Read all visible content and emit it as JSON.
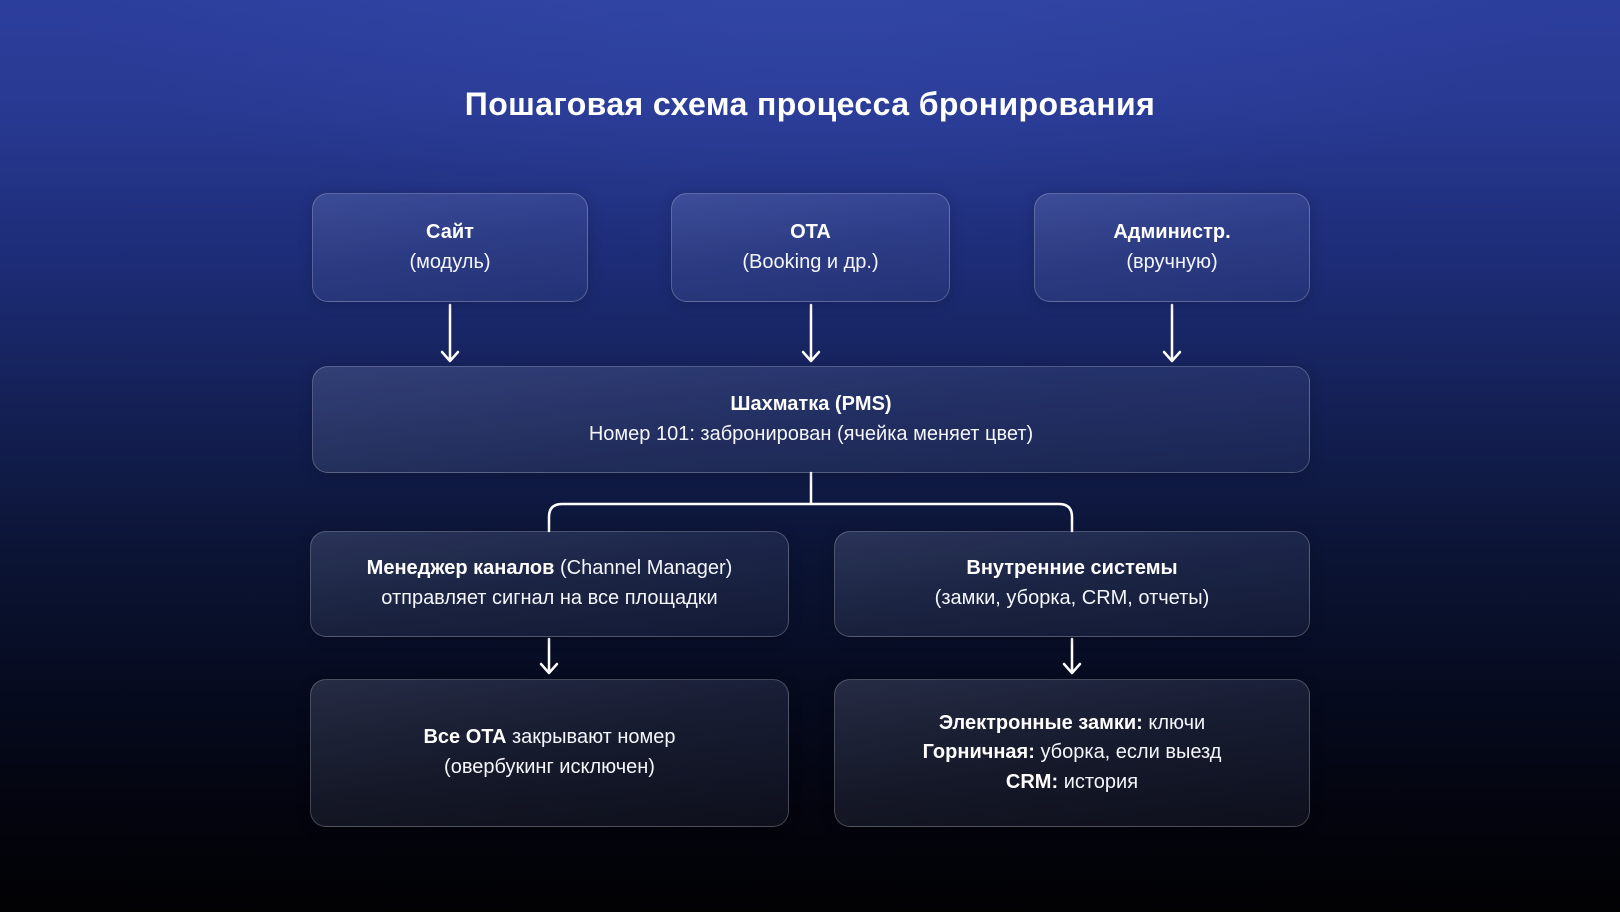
{
  "title": "Пошаговая схема процесса бронирования",
  "colors": {
    "background_top": "#2c3e9c",
    "background_bottom": "#020204",
    "panel_border": "#ffffff38",
    "panel_fill": "#ffffff1a",
    "text": "#ffffff",
    "connector": "#ffffff"
  },
  "nodes": {
    "site": {
      "title": "Сайт",
      "subtitle": "(модуль)"
    },
    "ota": {
      "title": "OTA",
      "subtitle": "(Booking и др.)"
    },
    "admin": {
      "title": "Администр.",
      "subtitle": "(вручную)"
    },
    "pms": {
      "title": "Шахматка (PMS)",
      "subtitle": "Номер 101: забронирован (ячейка меняет цвет)"
    },
    "channel_manager": {
      "title": "Менеджер каналов",
      "title_suffix": " (Channel Manager)",
      "subtitle": "отправляет сигнал на все площадки"
    },
    "internal_systems": {
      "title": "Внутренние системы",
      "subtitle": "(замки, уборка, CRM, отчеты)"
    },
    "all_ota": {
      "title": "Все OTA",
      "title_suffix": " закрывают номер",
      "subtitle": "(овербукинг исключен)"
    },
    "outputs": {
      "lines": [
        {
          "label": "Электронные замки:",
          "text": " ключи"
        },
        {
          "label": "Горничная:",
          "text": " уборка, если выезд"
        },
        {
          "label": "CRM:",
          "text": " история"
        }
      ]
    }
  }
}
